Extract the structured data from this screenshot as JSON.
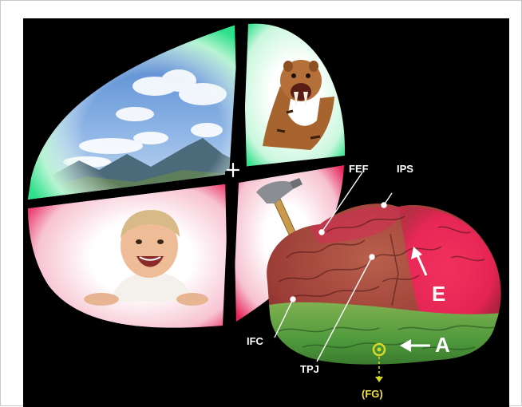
{
  "labels": {
    "fef": "FEF",
    "ips": "IPS",
    "ifc": "IFC",
    "tpj": "TPJ",
    "fg": "(FG)",
    "e": "E",
    "a": "A"
  },
  "quadrants": {
    "top_left": "sky-landscape",
    "top_right": "sabertooth-tiger",
    "bottom_left": "laughing-baby",
    "bottom_right": "hammer"
  },
  "colors": {
    "background": "#000000",
    "attended_green": "#2de08a",
    "unattended_red": "#e8245a",
    "label_text": "#ffffff",
    "fg_text": "#f2e14a",
    "fg_marker": "#d6d92b"
  }
}
